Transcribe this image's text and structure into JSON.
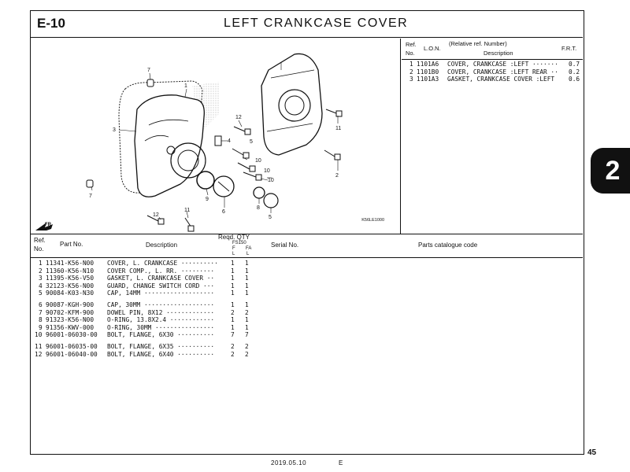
{
  "header": {
    "section_code": "E-10",
    "title": "LEFT CRANKCASE COVER"
  },
  "diagram": {
    "image_code": "K56LE1000",
    "direction_label": "FR.",
    "callouts": [
      "7",
      "1",
      "3",
      "7",
      "12",
      "10",
      "4",
      "5",
      "10",
      "10",
      "9",
      "6",
      "8",
      "5",
      "12",
      "11",
      "11",
      "2"
    ]
  },
  "relative_parts": {
    "headers": {
      "ref_no_line1": "Ref.",
      "ref_no_line2": "No.",
      "lon": "L.O.N.",
      "rel_ref": "(Relative ref. Number)",
      "description": "Description",
      "frt": "F.R.T."
    },
    "rows": [
      {
        "ref": "1",
        "lon": "1101A6",
        "description": "COVER, CRANKCASE :LEFT ·······",
        "frt": "0.7"
      },
      {
        "ref": "2",
        "lon": "1101B0",
        "description": "COVER, CRANKCASE :LEFT REAR ··",
        "frt": "0.2"
      },
      {
        "ref": "3",
        "lon": "1101A3",
        "description": "GASKET, CRANKCASE COVER :LEFT",
        "frt": "0.6"
      }
    ]
  },
  "parts_list": {
    "headers": {
      "ref_no_line1": "Ref.",
      "ref_no_line2": "No.",
      "part_no": "Part No.",
      "description": "Description",
      "reqd_qty": "Reqd. QTY",
      "model": "FS150",
      "col_f": "F",
      "col_fa": "FA",
      "col_l1": "L",
      "col_l2": "L",
      "serial_no": "Serial No.",
      "catalogue_code": "Parts catalogue code"
    },
    "groups": [
      [
        {
          "ref": "1",
          "part_no": "11341-K56-N00",
          "description": "COVER, L. CRANKCASE ··········",
          "qty_f": "1",
          "qty_fa": "1"
        },
        {
          "ref": "2",
          "part_no": "11360-K56-N10",
          "description": "COVER COMP., L. RR. ·········",
          "qty_f": "1",
          "qty_fa": "1"
        },
        {
          "ref": "3",
          "part_no": "11395-K56-V50",
          "description": "GASKET, L. CRANKCASE COVER ··",
          "qty_f": "1",
          "qty_fa": "1"
        },
        {
          "ref": "4",
          "part_no": "32123-K56-N00",
          "description": "GUARD, CHANGE SWITCH CORD ···",
          "qty_f": "1",
          "qty_fa": "1"
        },
        {
          "ref": "5",
          "part_no": "90084-K03-N30",
          "description": "CAP, 14MM ···················",
          "qty_f": "1",
          "qty_fa": "1"
        }
      ],
      [
        {
          "ref": "6",
          "part_no": "90087-KGH-900",
          "description": "CAP, 30MM ···················",
          "qty_f": "1",
          "qty_fa": "1"
        },
        {
          "ref": "7",
          "part_no": "90702-KFM-900",
          "description": "DOWEL PIN, 8X12 ·············",
          "qty_f": "2",
          "qty_fa": "2"
        },
        {
          "ref": "8",
          "part_no": "91323-K56-N00",
          "description": "O-RING, 13.8X2.4 ············",
          "qty_f": "1",
          "qty_fa": "1"
        },
        {
          "ref": "9",
          "part_no": "91356-KWV-000",
          "description": "O-RING, 30MM ················",
          "qty_f": "1",
          "qty_fa": "1"
        },
        {
          "ref": "10",
          "part_no": "96001-06030-00",
          "description": "BOLT, FLANGE, 6X30 ··········",
          "qty_f": "7",
          "qty_fa": "7"
        }
      ],
      [
        {
          "ref": "11",
          "part_no": "96001-06035-00",
          "description": "BOLT, FLANGE, 6X35 ··········",
          "qty_f": "2",
          "qty_fa": "2"
        },
        {
          "ref": "12",
          "part_no": "96001-06040-00",
          "description": "BOLT, FLANGE, 6X40 ··········",
          "qty_f": "2",
          "qty_fa": "2"
        }
      ]
    ]
  },
  "side_tab": {
    "label": "2"
  },
  "footer": {
    "page_number": "45",
    "date": "2019.05.10",
    "lang": "E"
  }
}
